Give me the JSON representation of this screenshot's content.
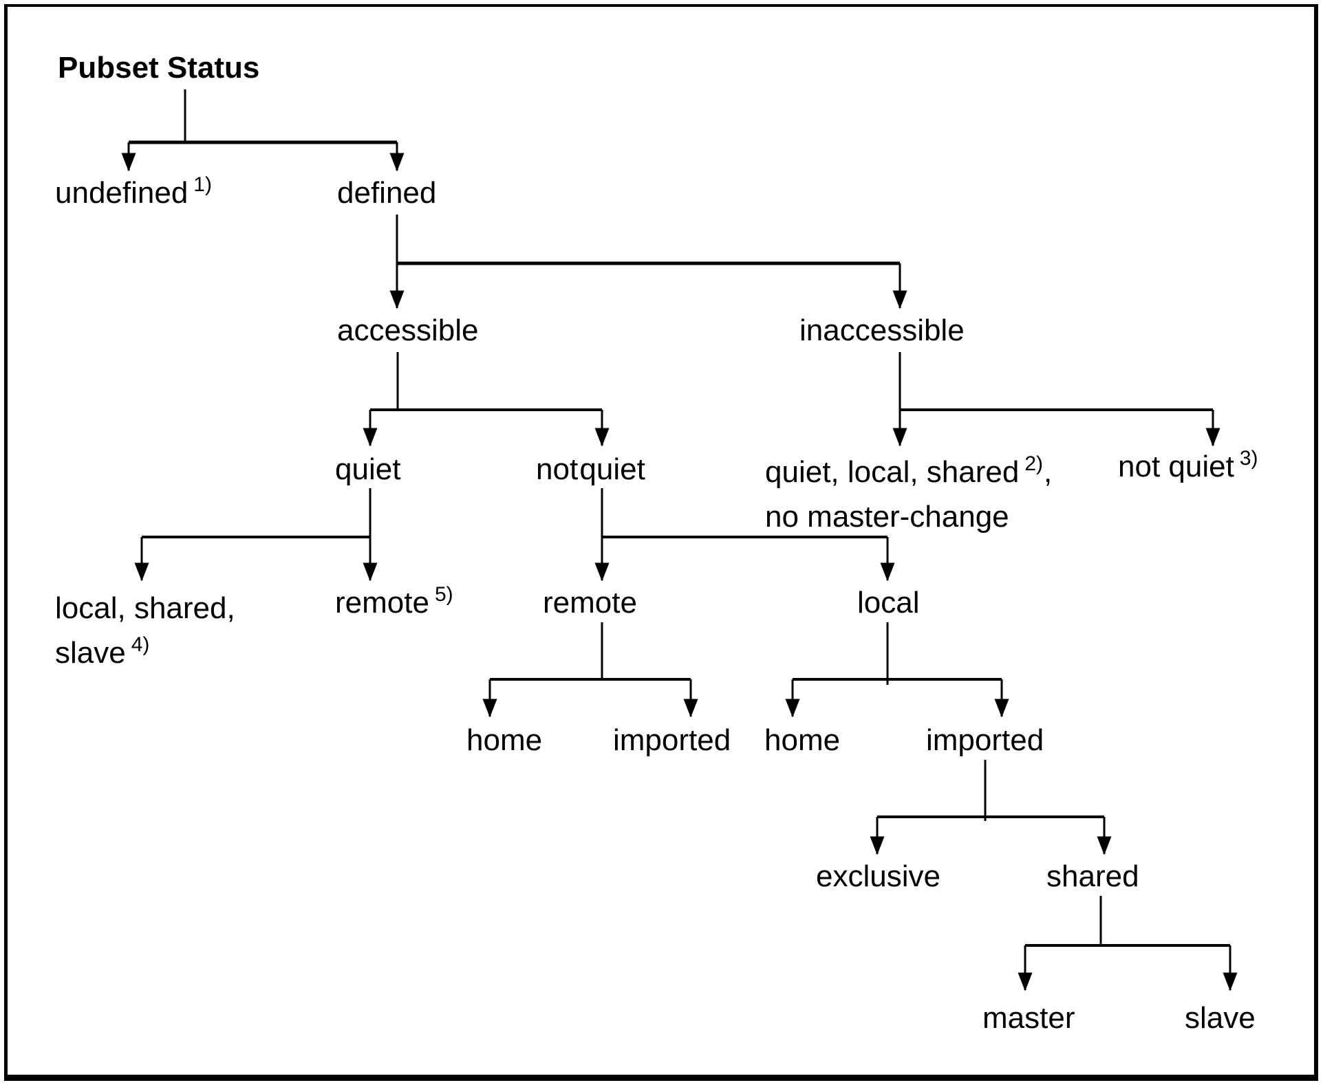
{
  "title": "Pubset Status",
  "colors": {
    "background": "#ffffff",
    "border": "#000000",
    "text": "#000000",
    "line": "#000000"
  },
  "nodes": {
    "undefined": {
      "label": "undefined",
      "sup": "1)"
    },
    "defined": {
      "label": "defined"
    },
    "accessible": {
      "label": "accessible"
    },
    "inaccessible": {
      "label": "inaccessible"
    },
    "quiet": {
      "label": "quiet"
    },
    "not_quiet": {
      "label": "not quiet"
    },
    "quiet_local_shared": {
      "line1": "quiet, local, shared",
      "sup": "2)",
      "tail": ",",
      "line2": "no master-change"
    },
    "not_quiet_3": {
      "label": "not quiet",
      "sup": "3)"
    },
    "local_shared_slave": {
      "line1": "local, shared,",
      "line2": "slave",
      "sup": "4)"
    },
    "remote_5": {
      "label": "remote",
      "sup": "5)"
    },
    "remote": {
      "label": "remote"
    },
    "local": {
      "label": "local"
    },
    "home_remote": {
      "label": "home"
    },
    "imported_remote": {
      "label": "imported"
    },
    "home_local": {
      "label": "home"
    },
    "imported_local": {
      "label": "imported"
    },
    "exclusive": {
      "label": "exclusive"
    },
    "shared": {
      "label": "shared"
    },
    "master": {
      "label": "master"
    },
    "slave": {
      "label": "slave"
    }
  }
}
